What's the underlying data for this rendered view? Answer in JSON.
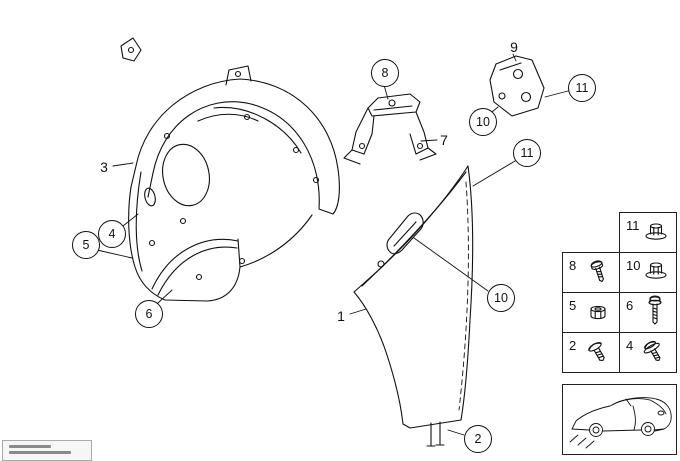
{
  "page": {
    "background": "#ffffff",
    "line_color": "#111111"
  },
  "callouts": [
    {
      "label": "3",
      "shape": "plain"
    },
    {
      "label": "4",
      "shape": "circle"
    },
    {
      "label": "5",
      "shape": "circle"
    },
    {
      "label": "6",
      "shape": "circle"
    },
    {
      "label": "8",
      "shape": "circle"
    },
    {
      "label": "7",
      "shape": "plain"
    },
    {
      "label": "9",
      "shape": "plain"
    },
    {
      "label": "10",
      "shape": "circle"
    },
    {
      "label": "11",
      "shape": "circle"
    },
    {
      "label": "11",
      "shape": "circle"
    },
    {
      "label": "10",
      "shape": "circle"
    },
    {
      "label": "1",
      "shape": "plain"
    },
    {
      "label": "2",
      "shape": "circle"
    }
  ],
  "legend": {
    "cells": [
      {
        "label": "11",
        "icon": "flange-nut-icon"
      },
      {
        "label": "8",
        "icon": "machine-screw-icon"
      },
      {
        "label": "10",
        "icon": "flange-nut-icon"
      },
      {
        "label": "5",
        "icon": "hex-nut-icon"
      },
      {
        "label": "6",
        "icon": "long-screw-icon"
      },
      {
        "label": "2",
        "icon": "pan-head-screw-icon"
      },
      {
        "label": "4",
        "icon": "washer-screw-icon"
      }
    ]
  }
}
